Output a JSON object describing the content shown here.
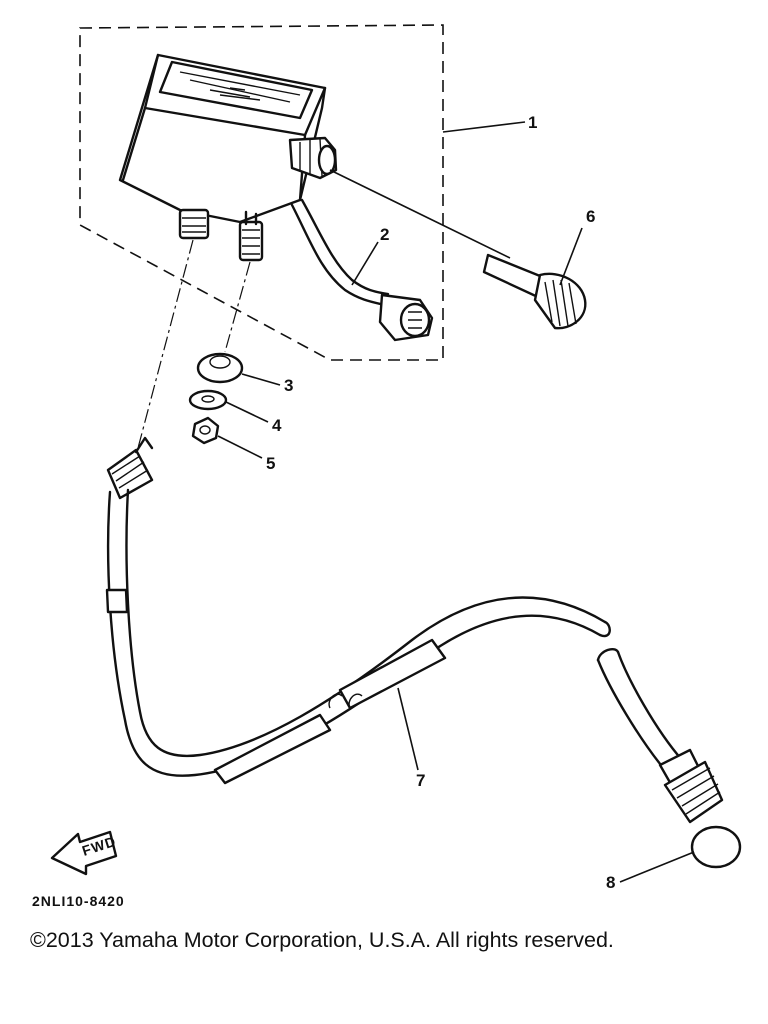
{
  "diagram": {
    "callouts": [
      "1",
      "2",
      "3",
      "4",
      "5",
      "6",
      "7",
      "8"
    ],
    "direction_label": "FWD",
    "part_code": "2NLI10-8420"
  },
  "footer": {
    "copyright": "©2013 Yamaha Motor Corporation, U.S.A. All rights reserved."
  }
}
